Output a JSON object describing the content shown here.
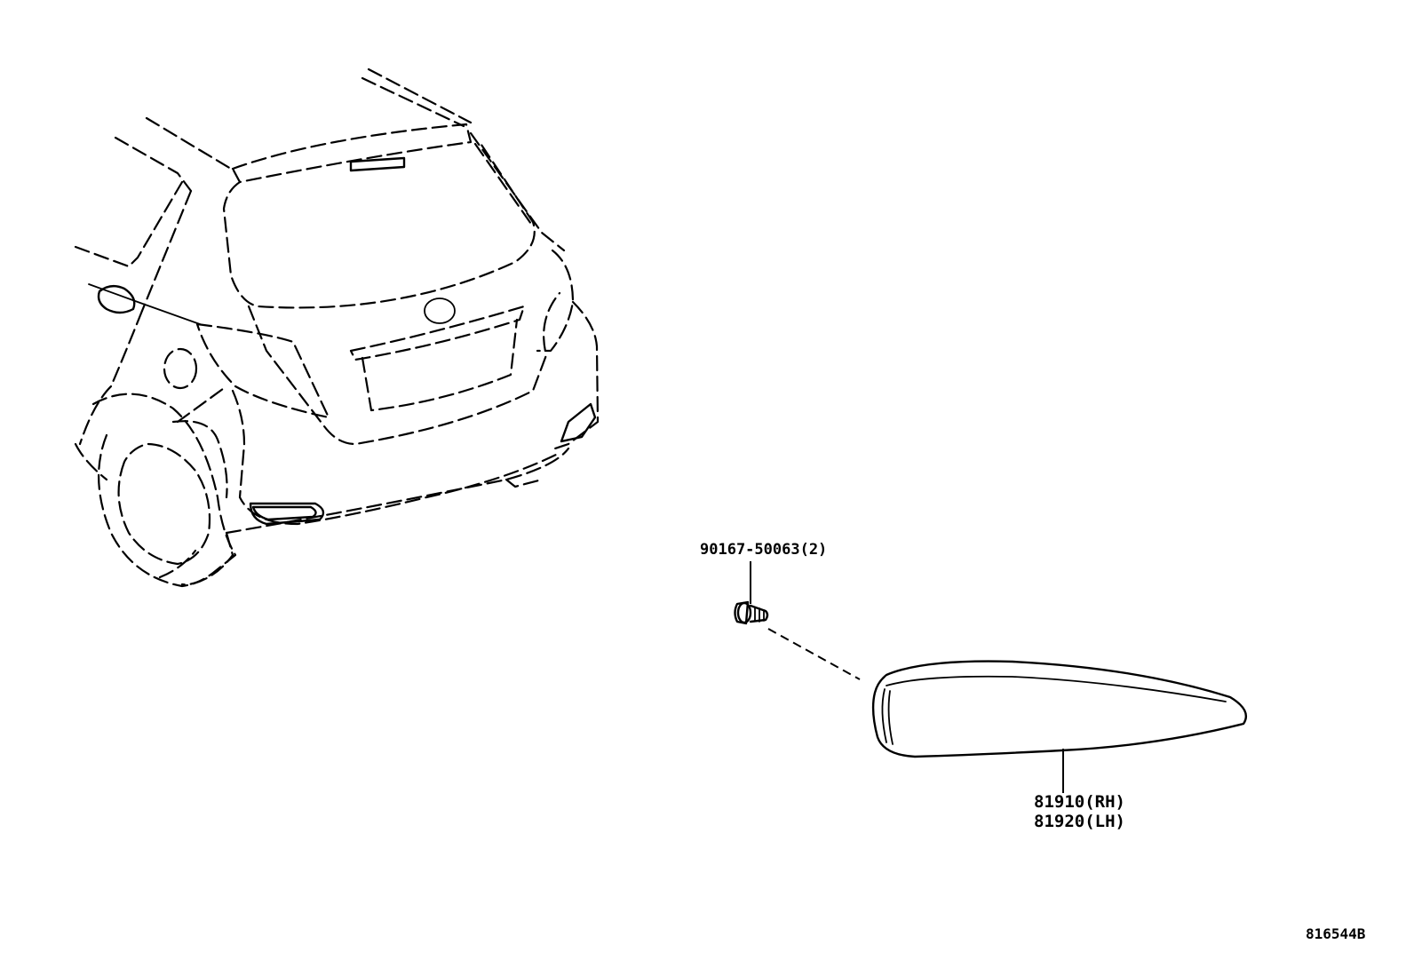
{
  "labels": {
    "bolt": "90167-50063(2)",
    "reflector_rh": "81910(RH)",
    "reflector_lh": "81920(LH)",
    "diagram_id": "816544B"
  },
  "colors": {
    "line": "#000000",
    "background": "#ffffff"
  }
}
